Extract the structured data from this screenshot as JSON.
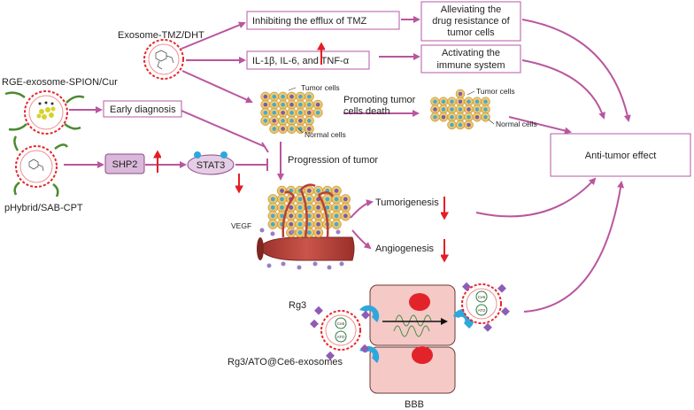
{
  "labels": {
    "exosome_tmz_dht": "Exosome-TMZ/DHT",
    "rge_exosome": "RGE-exosome-SPION/Cur",
    "phybrid": "pHybrid/SAB-CPT",
    "inhibiting_efflux": "Inhibiting the efflux of TMZ",
    "cytokines": "IL-1β, IL-6, and TNF-α",
    "alleviating_1": "Alleviating the",
    "alleviating_2": "drug resistance of",
    "alleviating_3": "tumor cells",
    "activating_1": "Activating the",
    "activating_2": "immune system",
    "early_diagnosis": "Early diagnosis",
    "shp2": "SHP2",
    "stat3": "STAT3",
    "tumor_cells_1": "Tumor cells",
    "normal_cells_1": "Normal cells",
    "promoting_1": "Promoting tumor",
    "promoting_2": "cells death",
    "tumor_cells_2": "Tumor cells",
    "normal_cells_2": "Normal cells",
    "progression": "Progression of tumor",
    "anti_tumor": "Anti-tumor effect",
    "tumorigenesis": "Tumorigenesis",
    "angiogenesis": "Angiogenesis",
    "vegf": "VEGF",
    "rg3": "Rg3",
    "rg3_exosomes": "Rg3/ATO@Ce6-exosomes",
    "bbb": "BBB",
    "ce6": "Ce6",
    "ato": "ATO"
  },
  "colors": {
    "arrow_purple": "#b9569f",
    "box_border": "#b45aa6",
    "red_arrow": "#e41e25",
    "stat3_fill": "#e6cde6",
    "shp2_fill": "#d9b8d9",
    "bbb_fill": "#f5c9c6",
    "bbb_red": "#e3232a",
    "receptor_blue": "#2ea8dc",
    "vessel": "#b5413a",
    "tumor_cell_fill": "#f2d078",
    "tumor_nucleus": "#7b5ca3",
    "normal_nucleus": "#4aa9c7"
  }
}
